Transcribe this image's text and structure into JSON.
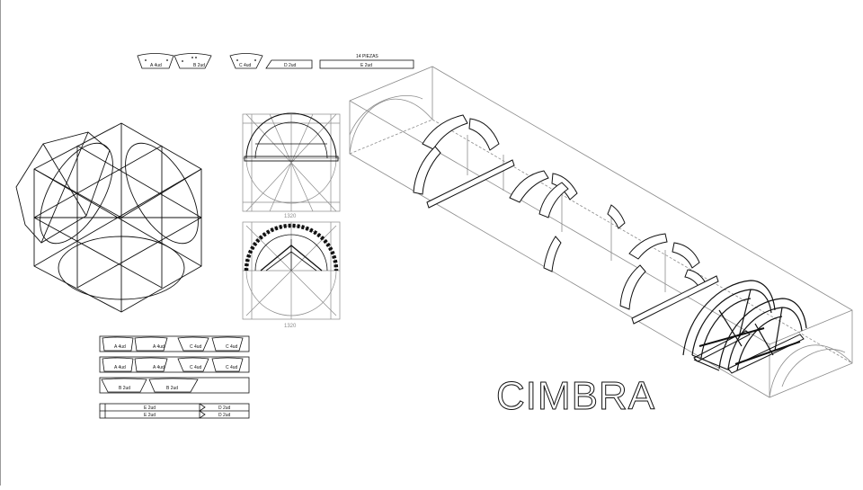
{
  "title": "CIMBRA",
  "top_strip": {
    "pieces": [
      "A 4ud",
      "B 2ud",
      "C 4ud",
      "D 2ud",
      "E 2ud"
    ],
    "count_label": "14 PIEZAS"
  },
  "elevation": {
    "dim_top": "1320",
    "dim_bottom": "1320"
  },
  "cut_sheets": {
    "sheet1": [
      "A 4ud",
      "A 4ud",
      "C 4ud",
      "C 4ud"
    ],
    "sheet2": [
      "A 4ud",
      "A 4ud",
      "C 4ud",
      "C 4ud"
    ],
    "sheet3": [
      "B 2ud",
      "B 2ud"
    ],
    "sheet4_row1": [
      "E 2ud",
      "D 2ud"
    ],
    "sheet4_row2": [
      "E 2ud",
      "D 2ud"
    ]
  },
  "colors": {
    "ink": "#111111",
    "light": "#8c8c8c",
    "paper": "#ffffff"
  }
}
